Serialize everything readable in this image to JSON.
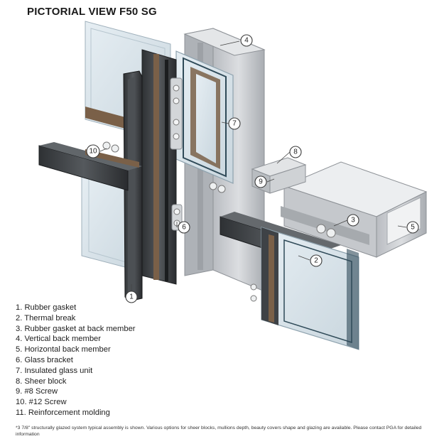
{
  "title": "PICTORIAL VIEW F50 SG",
  "callouts": [
    "1",
    "2",
    "3",
    "4",
    "5",
    "6",
    "7",
    "8",
    "9",
    "10"
  ],
  "legend": [
    "1. Rubber gasket",
    "2. Thermal break",
    "3. Rubber gasket at back member",
    "4. Vertical back member",
    "5. Horizontal back member",
    "6. Glass bracket",
    "7. Insulated glass unit",
    "8. Sheer block",
    "9. #8 Screw",
    "10. #12 Screw",
    "11. Reinforcement molding"
  ],
  "footnote": "*3 7/8\" structurally glazed system typical assembly is shown. Various options for sheer blocks, mullions depth, beauty covers shape and glazing are available. Please contact PGA for detailed information",
  "colors": {
    "aluminum": "#c9cbcf",
    "dark_profile": "#3c3f42",
    "glass": "#d8e3ea",
    "thermal_break": "#7a6048"
  }
}
